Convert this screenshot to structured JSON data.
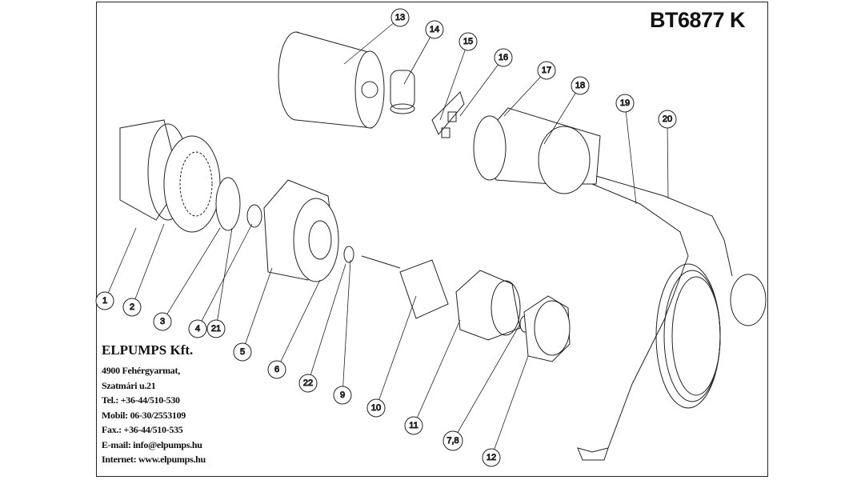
{
  "title": "BT6877 K",
  "company": {
    "name": "ELPUMPS Kft.",
    "lines": [
      "4900 Fehérgyarmat,",
      "Szatmári u.21",
      "Tel.: +36-44/510-530",
      "Mobil: 06-30/2553109",
      "Fax.: +36-44/510-535",
      "E-mail: info@elpumps.hu",
      "Internet: www.elpumps.hu"
    ]
  },
  "part_labels": [
    "1",
    "2",
    "3",
    "4",
    "21",
    "5",
    "6",
    "22",
    "9",
    "10",
    "11",
    "7,8",
    "12",
    "13",
    "14",
    "15",
    "16",
    "17",
    "18",
    "19",
    "20"
  ]
}
